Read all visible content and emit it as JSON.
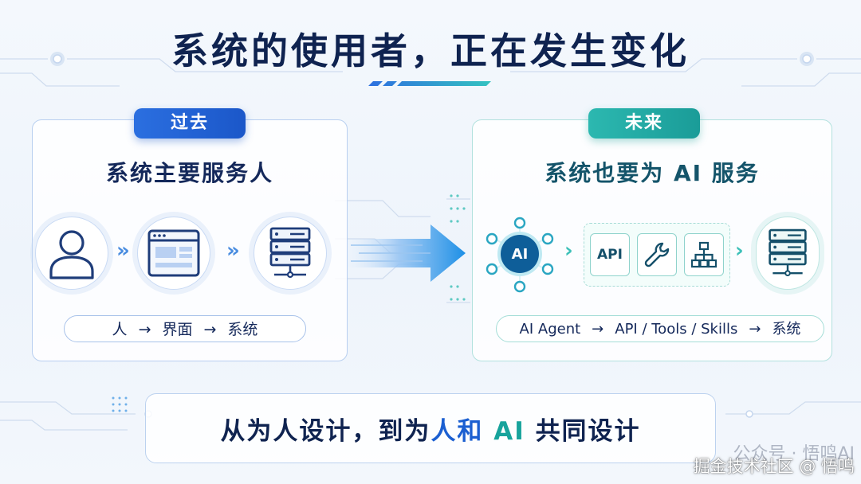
{
  "title": "系统的使用者，正在发生变化",
  "past": {
    "tag": "过去",
    "heading": "系统主要服务人",
    "flow": [
      "人",
      "界面",
      "系统"
    ],
    "flow_arrow": "→",
    "icons": [
      "person-icon",
      "browser-window-icon",
      "server-icon"
    ]
  },
  "future": {
    "tag": "未来",
    "heading": "系统也要为 AI 服务",
    "ai_label": "AI",
    "tools_group": [
      "API",
      "wrench-icon",
      "hierarchy-icon"
    ],
    "flow": [
      "AI Agent",
      "API / Tools / Skills",
      "系统"
    ],
    "flow_arrow": "→",
    "icons": [
      "ai-network-icon",
      "server-icon"
    ]
  },
  "banner": {
    "part1": "从为人设计，到为",
    "part2": "人和",
    "part3": "AI",
    "part4": "共同设计"
  },
  "watermark": {
    "line1": "公众号 · 悟鸣AI",
    "line2": "掘金技术社区 @ 悟鸣"
  },
  "colors": {
    "past_accent": "#1b57c9",
    "future_accent": "#1a9c98",
    "title": "#0f2350"
  }
}
